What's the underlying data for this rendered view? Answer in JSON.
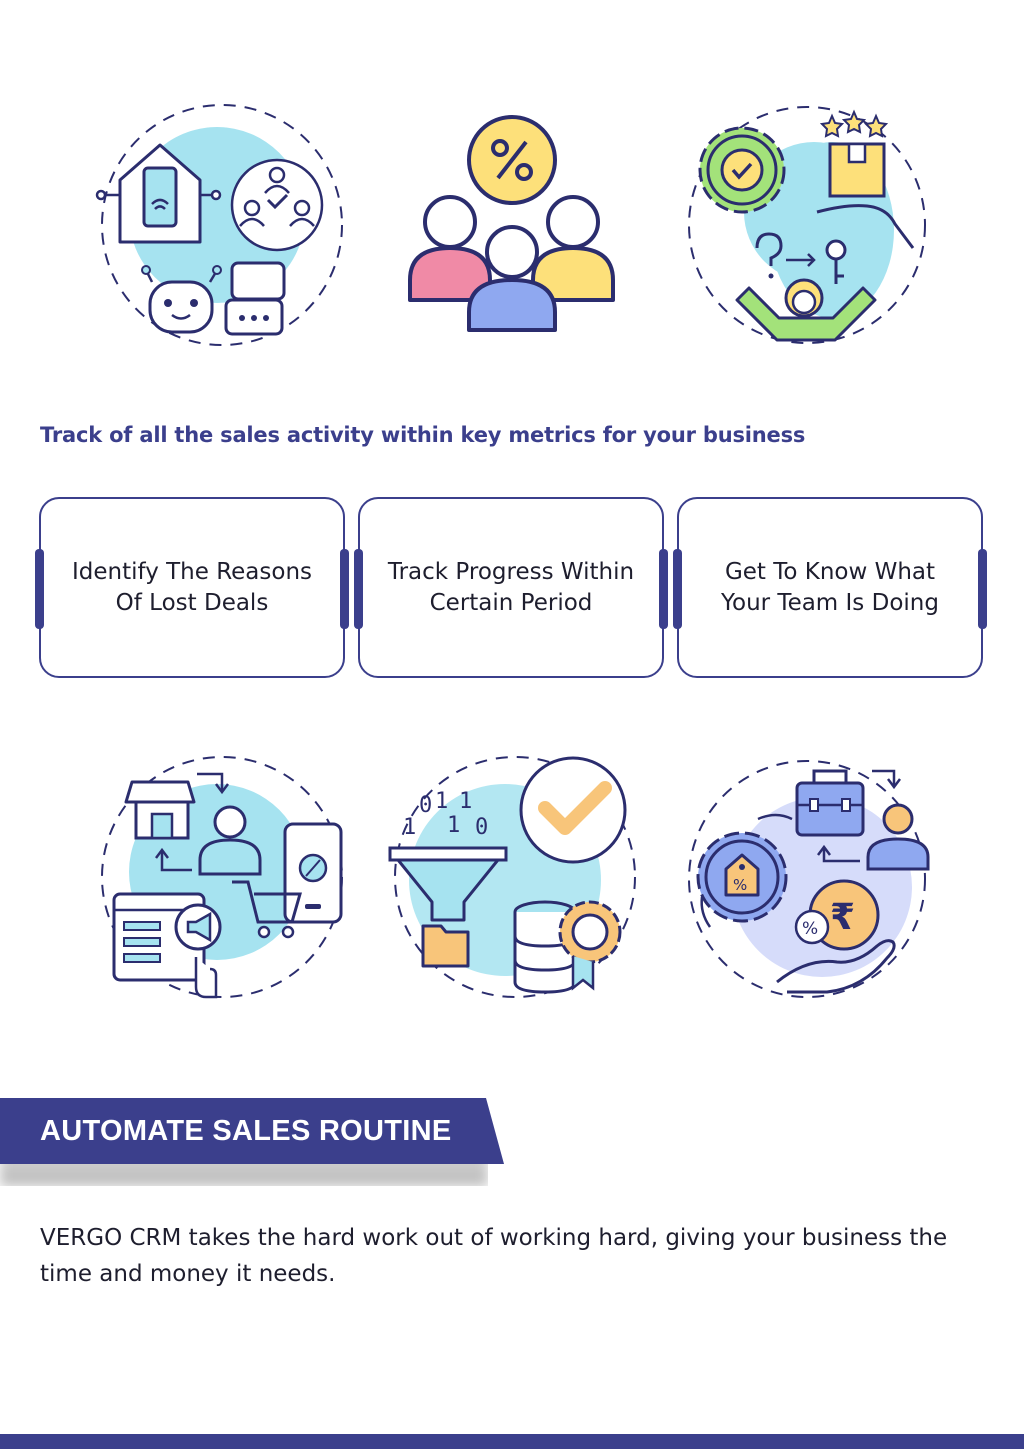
{
  "icons_top": [
    "smart-home-ai-team-icon",
    "discount-team-icon",
    "customer-service-satisfaction-icon"
  ],
  "icons_bottom": [
    "marketing-shop-icon",
    "data-funnel-database-icon",
    "pricing-strategy-icon"
  ],
  "tagline": "Track of all the sales activity within key metrics for your business",
  "cards": [
    {
      "line1": "Identify The Reasons",
      "line2": "Of Lost Deals"
    },
    {
      "line1": "Track Progress Within",
      "line2": "Certain Period"
    },
    {
      "line1": "Get To Know What",
      "line2": "Your Team Is Doing"
    }
  ],
  "banner": {
    "title": "AUTOMATE SALES ROUTINE"
  },
  "body": {
    "line1": "VERGO CRM takes the hard work out of working hard, giving your business the",
    "line2": "time and money it needs."
  },
  "colors": {
    "accent": "#3b3f8c",
    "cyan": "#a6e3f0",
    "yellow": "#fde07a",
    "green": "#a3e27a",
    "pink": "#f08aa6",
    "blue": "#8fa8f0",
    "orange": "#f8c57a"
  }
}
